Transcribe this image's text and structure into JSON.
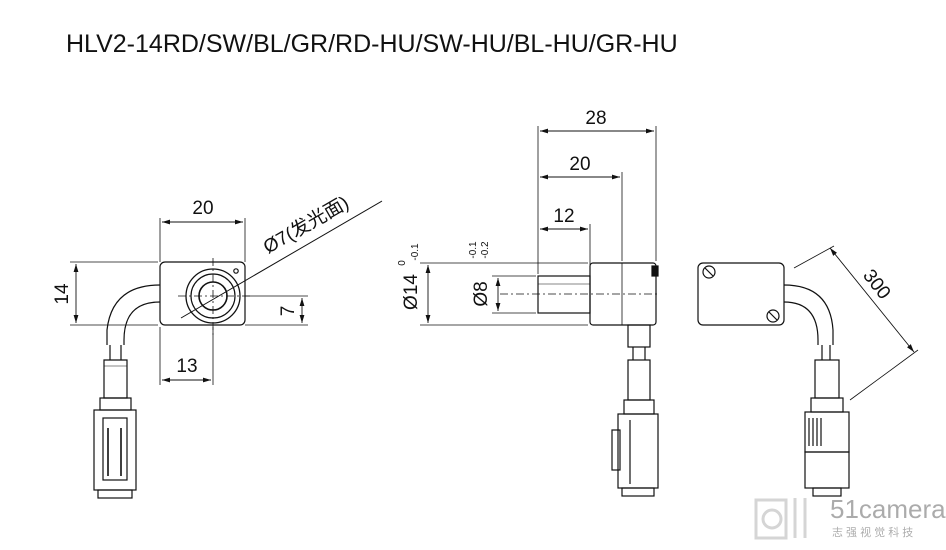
{
  "title": "HLV2-14RD/SW/BL/GR/RD-HU/SW-HU/BL-HU/GR-HU",
  "front_view": {
    "width_label": "20",
    "height_label": "14",
    "offset_x_label": "13",
    "offset_y_label": "7",
    "lens_label": "Ø7(发光面)"
  },
  "side_view": {
    "length_28": "28",
    "length_20": "20",
    "length_12": "12",
    "dia_14": "Ø14",
    "dia_14_tol_upper": "0",
    "dia_14_tol_lower": "-0.1",
    "dia_8": "Ø8",
    "dia_8_tol_upper": "-0.1",
    "dia_8_tol_lower": "-0.2"
  },
  "back_view": {
    "cable_label": "300"
  },
  "watermark": {
    "brand": "51camera",
    "subtitle": "志 强 视 觉 科 技"
  }
}
